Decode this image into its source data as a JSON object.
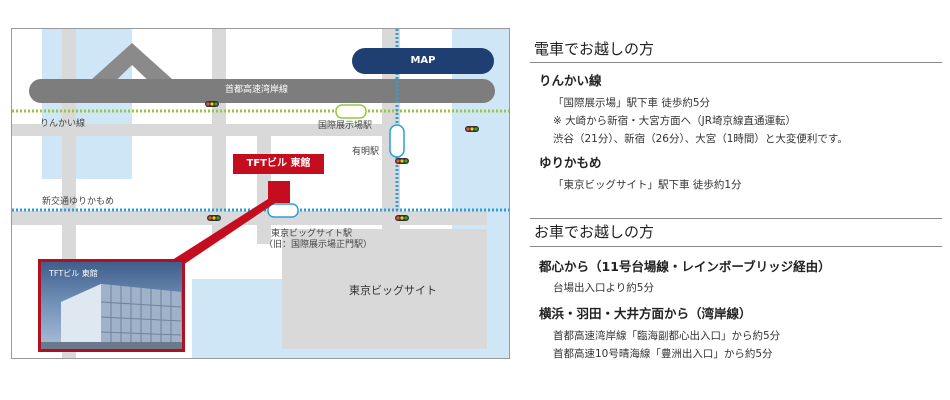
{
  "map": {
    "badge": "MAP",
    "expressway": "首都高速湾岸線",
    "rinkai_line": "りんかい線",
    "kokusai_station": "国際展示場駅",
    "ariake_station": "有明駅",
    "yurikamome_line": "新交通ゆりかもめ",
    "bigsight_station": "東京ビッグサイト駅",
    "bigsight_station_old": "（旧：国際展示場正門駅）",
    "bigsight": "東京ビッグサイト",
    "building_label": "TFTビル 東館",
    "photo_label": "TFTビル 東館"
  },
  "train": {
    "title": "電車でお越しの方",
    "routes": [
      {
        "name": "りんかい線",
        "lines": [
          "「国際展示場」駅下車 徒歩約5分",
          "※ 大崎から新宿・大宮方面へ（JR埼京線直通運転）",
          "渋谷（21分）、新宿（26分）、大宮（1時間）と大変便利です。"
        ]
      },
      {
        "name": "ゆりかもめ",
        "lines": [
          "「東京ビッグサイト」駅下車 徒歩約1分"
        ]
      }
    ]
  },
  "car": {
    "title": "お車でお越しの方",
    "routes": [
      {
        "name": "都心から（11号台場線・レインボーブリッジ経由）",
        "lines": [
          "台場出入口より約5分"
        ]
      },
      {
        "name": "横浜・羽田・大井方面から（湾岸線）",
        "lines": [
          "首都高速湾岸線「臨海副都心出入口」から約5分",
          "首都高速10号晴海線「豊洲出入口」から約5分"
        ]
      }
    ]
  },
  "colors": {
    "accent_red": "#c40d1e",
    "map_navy": "#1f3f72",
    "water_blue": "#cfe6f7",
    "road_gray": "#d9d9d9",
    "expressway_gray": "#7d7d7d",
    "rinkai_green": "#9ac63d",
    "yurikamome_blue": "#2a9fd8"
  }
}
